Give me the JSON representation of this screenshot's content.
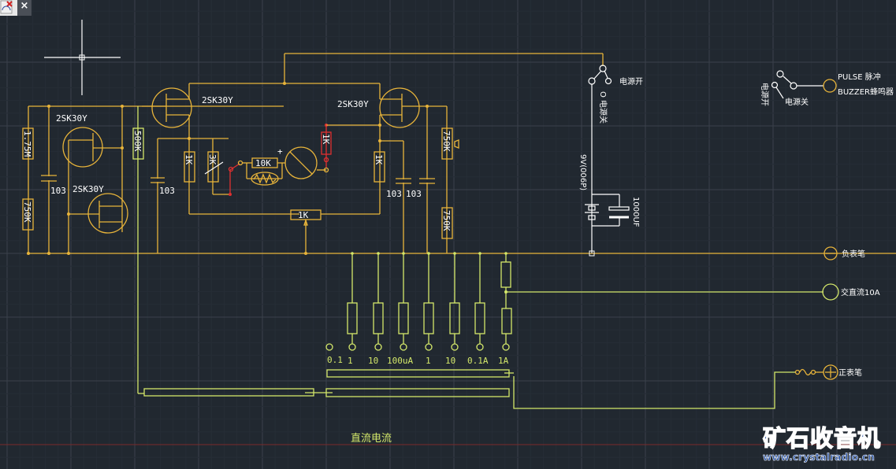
{
  "window": {
    "tab_icon": "drawing-file-icon",
    "close_label": "×"
  },
  "colors": {
    "background": "#212830",
    "wire_orange": "#e8b43a",
    "wire_green": "#d4e86a",
    "wire_white": "#ffffff",
    "wire_red": "#e03030",
    "axis_red": "#8a2a2a",
    "logo_blue": "#1e4aa0"
  },
  "schematic": {
    "transistors": [
      {
        "label": "2SK30Y"
      },
      {
        "label": "2SK30Y"
      },
      {
        "label": "2SK30Y"
      },
      {
        "label": "2SK30Y"
      }
    ],
    "resistors": {
      "r_1_75m": "1.75M",
      "r_750k_left": "750K",
      "r_500k": "500K",
      "r_1k_a": "1K",
      "r_3k_pot": "3K",
      "r_10k": "10K",
      "r_1k_red": "1K",
      "r_1k_b": "1K",
      "r_1k_pot": "1K",
      "r_750k_right_top": "750K",
      "r_750k_right_bottom": "750K"
    },
    "capacitors": {
      "c_left": "103",
      "c_mid_left": "103",
      "c_right_a": "103",
      "c_right_b": "103",
      "c_battery": "1000UF"
    },
    "battery_label": "9V(006P)",
    "power_switch": {
      "on_label": "电源开",
      "off_label": "O 电源关"
    },
    "buzzer": {
      "pulse_label": "PULSE 脉冲",
      "buzzer_label": "BUZZER蜂鸣器",
      "on_label": "电源开",
      "off_label": "电源关"
    },
    "terminals": {
      "negative": "负表笔",
      "ac_dc_10a": "交直流10A",
      "positive": "正表笔"
    },
    "range_labels": [
      "0.1",
      "1",
      "10",
      "100uA",
      "1",
      "10",
      "0.1A",
      "1A"
    ],
    "section_title": "直流电流"
  },
  "logo": {
    "title": "矿石收音机",
    "url": "www.crystalradio.cn"
  }
}
